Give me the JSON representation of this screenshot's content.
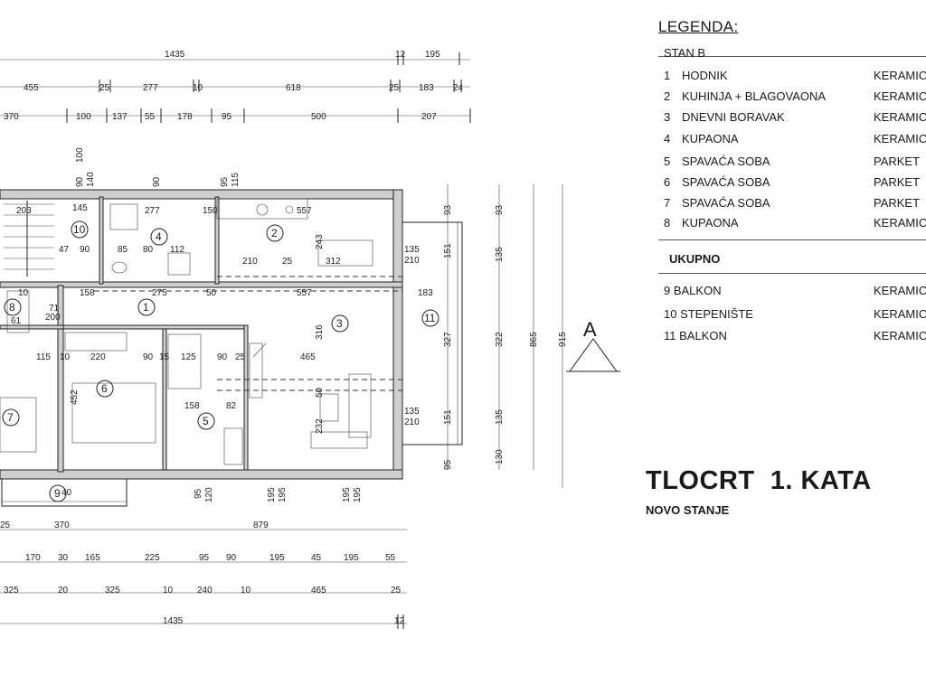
{
  "legend": {
    "title": "LEGENDA:",
    "subtitle": "STAN B",
    "rooms": [
      {
        "no": "1",
        "name": "HODNIK",
        "floor": "KERAMIC"
      },
      {
        "no": "2",
        "name": "KUHINJA + BLAGOVAONA",
        "floor": "KERAMIC"
      },
      {
        "no": "3",
        "name": "DNEVNI BORAVAK",
        "floor": "KERAMIC"
      },
      {
        "no": "4",
        "name": "KUPAONA",
        "floor": "KERAMIC"
      },
      {
        "no": "5",
        "name": "SPAVAĆA SOBA",
        "floor": "PARKET"
      },
      {
        "no": "6",
        "name": "SPAVAĆA SOBA",
        "floor": "PARKET"
      },
      {
        "no": "7",
        "name": "SPAVAĆA SOBA",
        "floor": "PARKET"
      },
      {
        "no": "8",
        "name": "KUPAONA",
        "floor": "KERAMIC"
      }
    ],
    "total_label": "UKUPNO",
    "extra": [
      {
        "label": "9 BALKON",
        "floor": "KERAMIC"
      },
      {
        "label": "10 STEPENIŠTE",
        "floor": "KERAMIC"
      },
      {
        "label": "11 BALKON",
        "floor": "KERAMIC"
      }
    ]
  },
  "title": "TLOCRT  1. KATA",
  "subtitle": "NOVO STANJE",
  "section_letter": "A",
  "room_numbers": [
    "10",
    "4",
    "2",
    "1",
    "8",
    "3",
    "11",
    "7",
    "6",
    "5",
    "9"
  ],
  "dims": {
    "top1": [
      "1435",
      "12",
      "195"
    ],
    "top2": [
      "455",
      "25",
      "277",
      "10",
      "618",
      "25",
      "183",
      "24"
    ],
    "top3": [
      "370",
      "100",
      "137",
      "55",
      "178",
      "95",
      "500",
      "207"
    ],
    "vert_top": [
      "90",
      "100",
      "140",
      "90",
      "95",
      "115"
    ],
    "bottom1": [
      "25",
      "370",
      "879"
    ],
    "bottom2": [
      "170",
      "30",
      "165",
      "225",
      "95",
      "90",
      "195",
      "45",
      "195",
      "55"
    ],
    "bottom3": [
      "325",
      "20",
      "325",
      "10",
      "240",
      "10",
      "465",
      "25"
    ],
    "bottom4": [
      "1435",
      "12"
    ],
    "right": [
      "93",
      "151",
      "135",
      "322",
      "327",
      "865",
      "915",
      "135",
      "151",
      "93",
      "130",
      "95"
    ],
    "inner": [
      "145",
      "277",
      "150",
      "557",
      "203",
      "47",
      "90",
      "85",
      "80",
      "112",
      "210",
      "25",
      "312",
      "135",
      "210",
      "10",
      "158",
      "275",
      "50",
      "557",
      "183",
      "71",
      "200",
      "115",
      "10",
      "220",
      "90",
      "15",
      "125",
      "90",
      "25",
      "465",
      "452",
      "158",
      "82",
      "50",
      "232",
      "135",
      "210",
      "95",
      "120",
      "195",
      "195",
      "195",
      "195",
      "243",
      "316",
      "61",
      "40"
    ]
  }
}
